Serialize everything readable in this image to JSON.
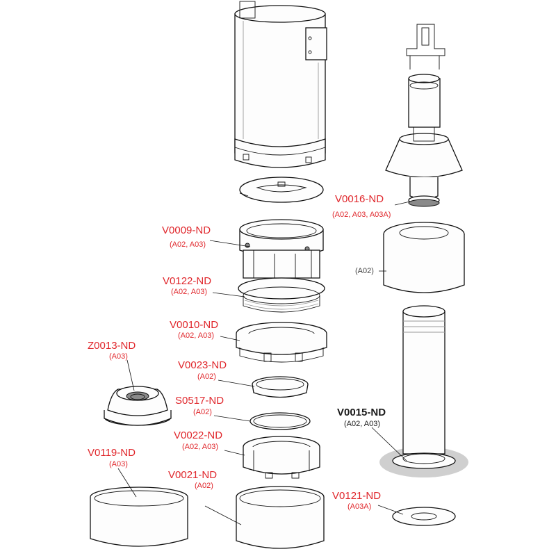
{
  "diagram": {
    "labels": [
      {
        "id": "v0016",
        "code": "V0016-ND",
        "sub": "(A02, A03, A03A)",
        "highlight": false
      },
      {
        "id": "v0009",
        "code": "V0009-ND",
        "sub": "(A02, A03)",
        "highlight": false
      },
      {
        "id": "v0122",
        "code": "V0122-ND",
        "sub": "(A02, A03)",
        "highlight": false
      },
      {
        "id": "v0010",
        "code": "V0010-ND",
        "sub": "(A02, A03)",
        "highlight": false
      },
      {
        "id": "z0013",
        "code": "Z0013-ND",
        "sub": "(A03)",
        "highlight": false
      },
      {
        "id": "v0023",
        "code": "V0023-ND",
        "sub": "(A02)",
        "highlight": false
      },
      {
        "id": "s0517",
        "code": "S0517-ND",
        "sub": "(A02)",
        "highlight": false
      },
      {
        "id": "v0022",
        "code": "V0022-ND",
        "sub": "(A02, A03)",
        "highlight": false
      },
      {
        "id": "v0119",
        "code": "V0119-ND",
        "sub": "(A03)",
        "highlight": false
      },
      {
        "id": "v0021",
        "code": "V0021-ND",
        "sub": "(A02)",
        "highlight": false
      },
      {
        "id": "v0015",
        "code": "V0015-ND",
        "sub": "(A02, A03)",
        "highlight": true
      },
      {
        "id": "v0121",
        "code": "V0121-ND",
        "sub": "(A03A)",
        "highlight": false
      }
    ],
    "plain_labels": [
      {
        "id": "a02-cap",
        "text": "(A02)"
      }
    ]
  }
}
